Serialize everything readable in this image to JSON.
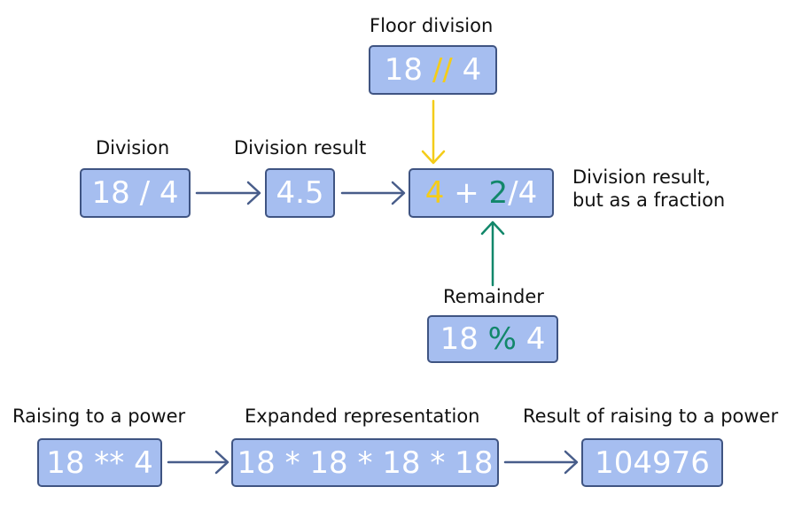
{
  "colors": {
    "box_fill": "#a6bef0",
    "box_border": "#3f5482",
    "box_text": "#ffffff",
    "arrow": "#485d8a",
    "floor_highlight": "#f4cc19",
    "remainder_highlight": "#12876a"
  },
  "floor_division": {
    "label": "Floor division",
    "expr_left": "18 ",
    "expr_op": "//",
    "expr_right": " 4"
  },
  "division": {
    "label": "Division",
    "expr": "18 / 4"
  },
  "division_result": {
    "label": "Division result",
    "value": "4.5"
  },
  "fraction": {
    "whole": "4",
    "plus": " + ",
    "remainder": "2",
    "denominator": "/4",
    "note_line1": "Division result,",
    "note_line2": "but as a fraction"
  },
  "remainder": {
    "label": "Remainder",
    "expr_left": "18 ",
    "expr_op": "%",
    "expr_right": " 4"
  },
  "power": {
    "label": "Raising to a power",
    "expr": "18 ** 4"
  },
  "expanded": {
    "label": "Expanded representation",
    "expr": "18 * 18 * 18 * 18"
  },
  "power_result": {
    "label": "Result of raising to a power",
    "value": "104976"
  }
}
